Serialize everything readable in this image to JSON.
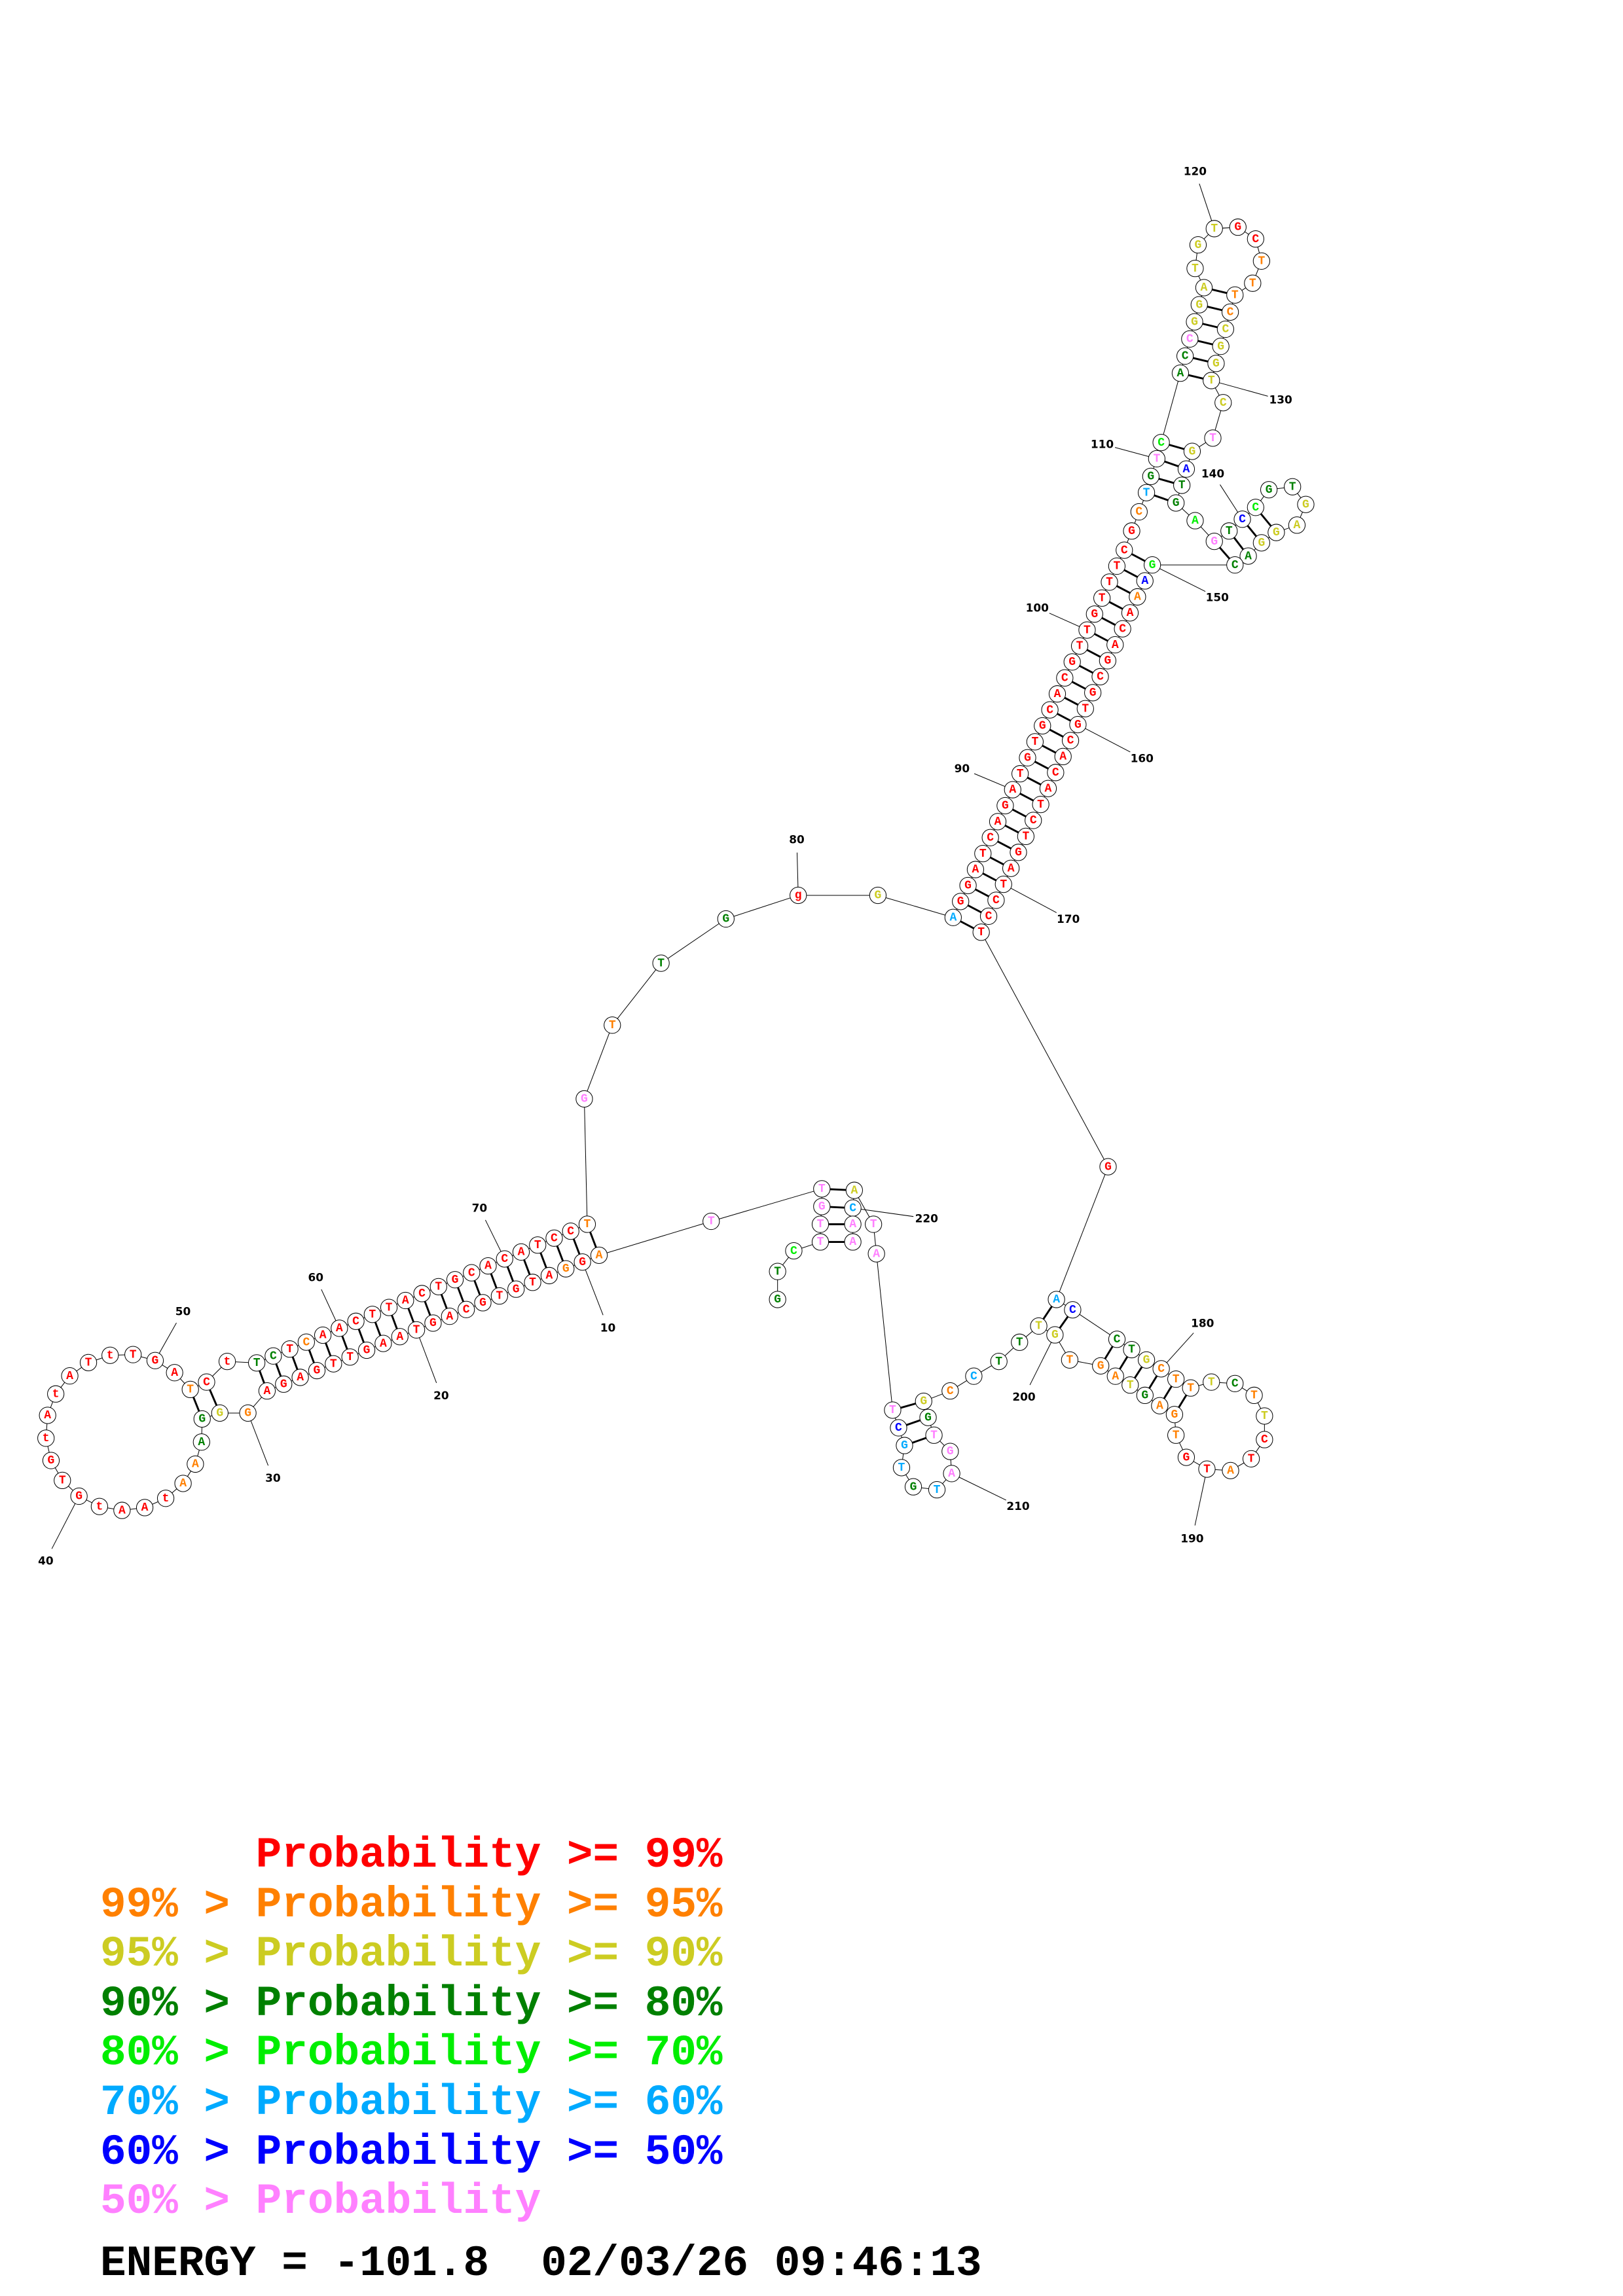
{
  "structure": {
    "sequence": "GTCTTGTTAGGATGTGCAGTAAGTTGAGAGGGAAAtAAtGTGtAtATtTGATCtTCTCAACTTACTGCACATCCTGTTGgGAGGATCAGATGTGCACGTTGTTTCGCTGTCACCGGATGTGCTTTCCGGTCTGATGAGTCCGTGAGGACGAAACAGCGTGCACATCTGATCCTGACCTGCTTTCTTCTATGTGAGTAGTGTTTCCGGTGATGTGCTATACAA",
    "probability_classes": "gglpppppor",
    "position_labels": [
      10,
      20,
      30,
      40,
      50,
      60,
      70,
      80,
      90,
      100,
      110,
      120,
      130,
      140,
      150,
      160,
      170,
      180,
      190,
      200,
      210,
      220
    ]
  },
  "class_string": "gglpppppor",
  "classes_full": "gglpppppororrrrrrrrrrrrrrrrrroyggoorrrrrrrrrrrrrrrrorrggrorrrrrrrrrrrrrrrropoggrycrrrrrrrrrrrrrrrrrrrrrrrrocgplggpyyyyyyrrooooyyyyypybgglpgblggyyyygglborrrrrrrrrrrrrrrrrrrrrrcbggyoooygoyrrorrooogyoooyyggcoygpppcgccbpppycpppp",
  "palette": {
    "r": "#ff0000",
    "o": "#ff8000",
    "y": "#cccc22",
    "g": "#008000",
    "l": "#00ee00",
    "c": "#00aaff",
    "b": "#0000ff",
    "p": "#ff80ff"
  },
  "legend": [
    {
      "prefix": "",
      "text": "Probability >= 99%",
      "class": "r"
    },
    {
      "prefix": "99% > ",
      "text": "Probability >= 95%",
      "class": "o"
    },
    {
      "prefix": "95% > ",
      "text": "Probability >= 90%",
      "class": "y"
    },
    {
      "prefix": "90% > ",
      "text": "Probability >= 80%",
      "class": "g"
    },
    {
      "prefix": "80% > ",
      "text": "Probability >= 70%",
      "class": "l"
    },
    {
      "prefix": "70% > ",
      "text": "Probability >= 60%",
      "class": "c"
    },
    {
      "prefix": "60% > ",
      "text": "Probability >= 50%",
      "class": "b"
    },
    {
      "prefix": "50% > ",
      "text": "Probability",
      "class": "p"
    }
  ],
  "energy_line": "ENERGY = -101.8  02/03/26 09:46:13"
}
